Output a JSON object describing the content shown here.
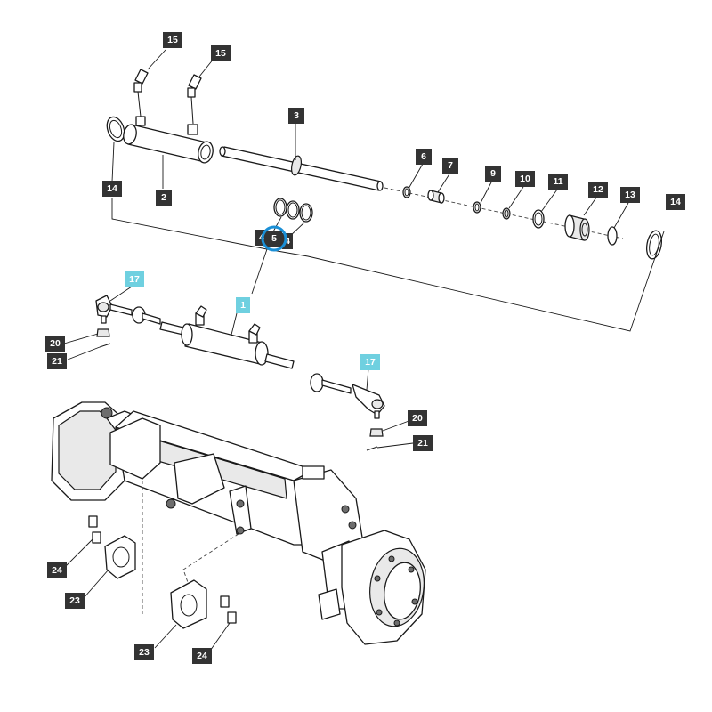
{
  "colors": {
    "callout_bg": "#333333",
    "callout_text": "#ffffff",
    "callout_highlight_bg": "#6fd0e0",
    "callout_highlight_text": "#ffffff",
    "selection_ring": "#1a8fd6"
  },
  "callouts": {
    "c1": "1",
    "c2": "2",
    "c3": "3",
    "c4": "4",
    "c5": "5",
    "c5b": "4",
    "c6": "6",
    "c7": "7",
    "c9": "9",
    "c10": "10",
    "c11": "11",
    "c12": "12",
    "c13": "13",
    "c14a": "14",
    "c14b": "14",
    "c15a": "15",
    "c15b": "15",
    "c17a": "17",
    "c17b": "17",
    "c20a": "20",
    "c20b": "20",
    "c21a": "21",
    "c21b": "21",
    "c23a": "23",
    "c23b": "23",
    "c24a": "24",
    "c24b": "24"
  },
  "selected_callout": "5"
}
